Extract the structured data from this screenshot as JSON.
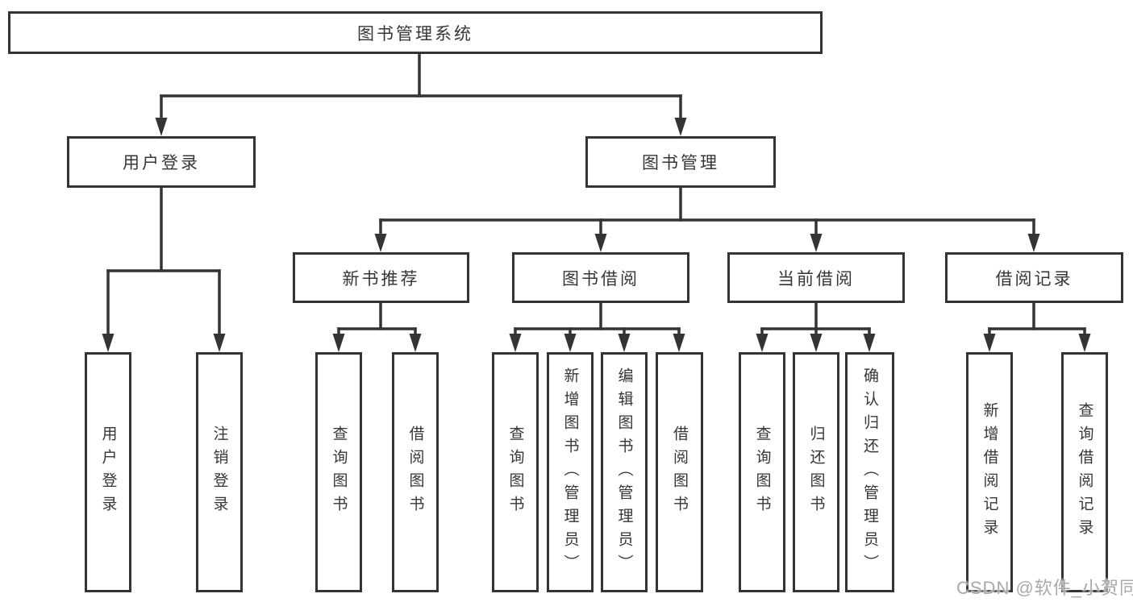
{
  "title": "图书管理系统",
  "watermark": "CSDN @软件_小贺同学",
  "colors": {
    "line": "#343434",
    "box_border": "#343434",
    "text": "#363636",
    "watermark": "#a9a9a9",
    "background": "#ffffff"
  },
  "branches": [
    {
      "label": "用户登录",
      "leaves": [
        "用户登录",
        "注销登录"
      ]
    },
    {
      "label": "图书管理",
      "sections": [
        {
          "label": "新书推荐",
          "leaves": [
            "查询图书",
            "借阅图书"
          ]
        },
        {
          "label": "图书借阅",
          "leaves": [
            "查询图书",
            "新增图书（管理员）",
            "编辑图书（管理员）",
            "借阅图书"
          ]
        },
        {
          "label": "当前借阅",
          "leaves": [
            "查询图书",
            "归还图书",
            "确认归还（管理员）"
          ]
        },
        {
          "label": "借阅记录",
          "leaves": [
            "新增借阅记录",
            "查询借阅记录"
          ]
        }
      ]
    }
  ]
}
